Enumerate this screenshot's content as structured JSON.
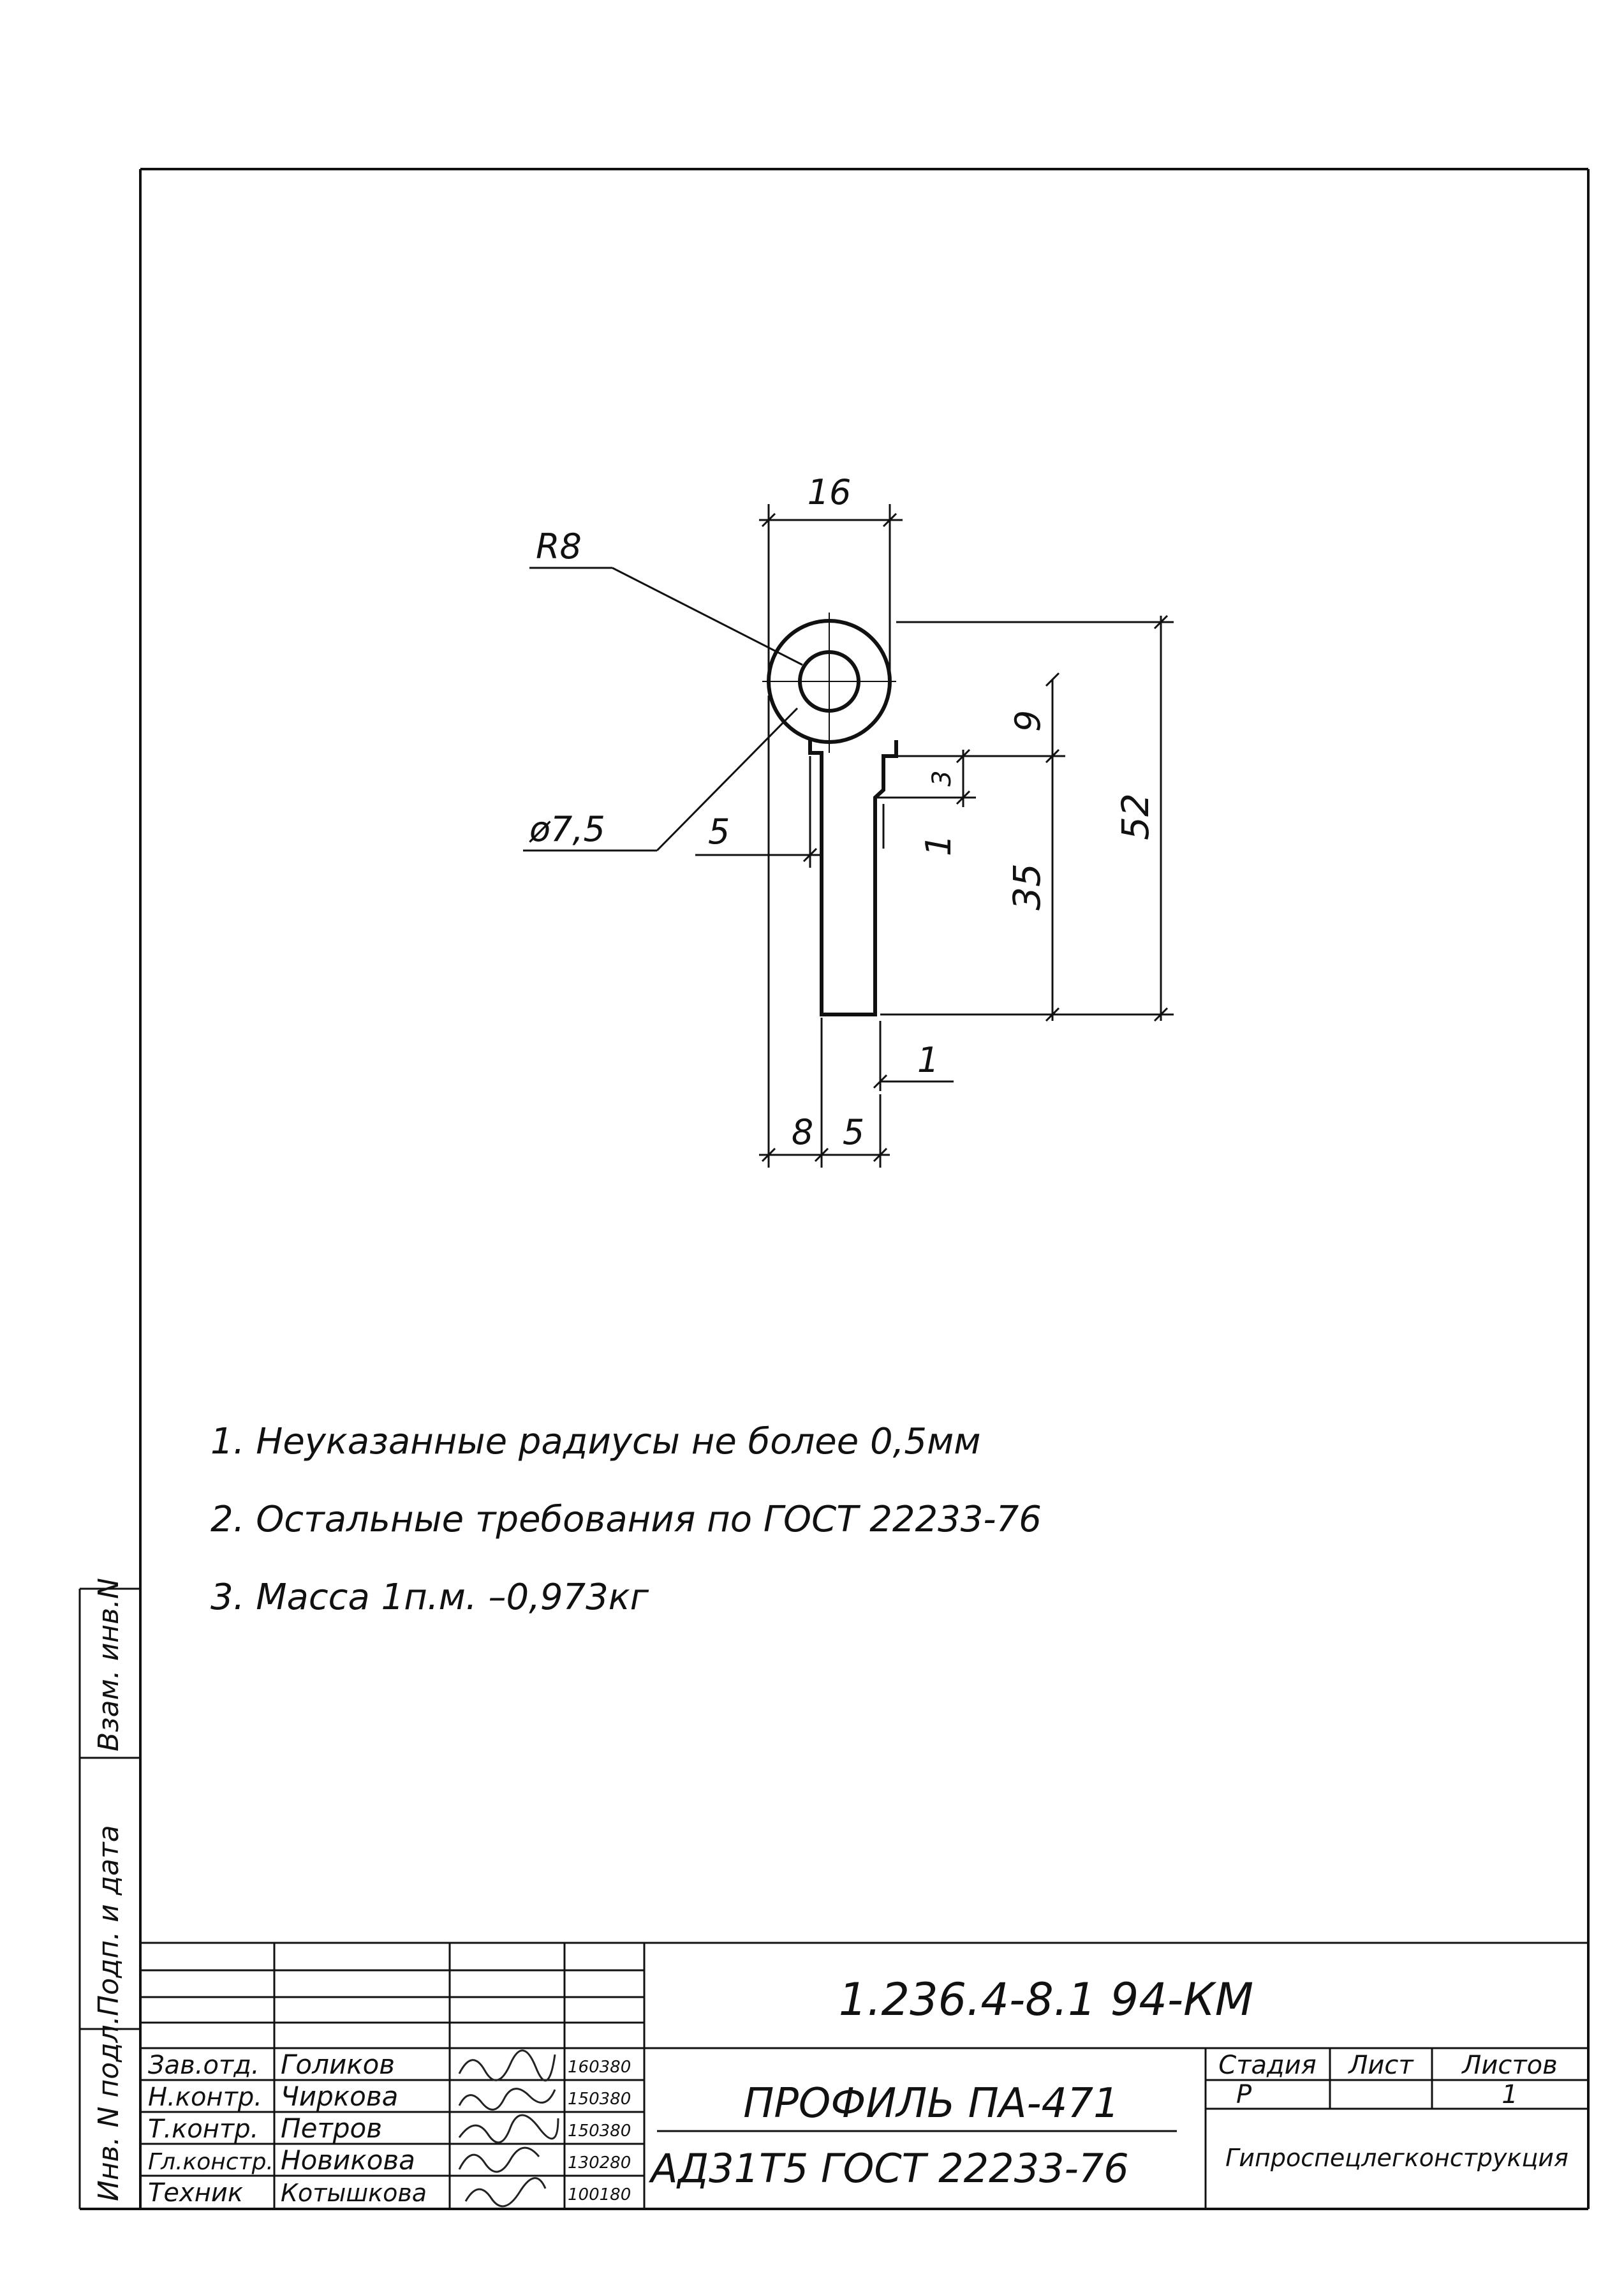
{
  "drawing": {
    "dims": {
      "width_top": "16",
      "radius": "R8",
      "hole": "ø7,5",
      "left_offset": "5",
      "d9": "9",
      "d3": "3",
      "d1a": "1",
      "d35": "35",
      "d52": "52",
      "d1b": "1",
      "d8": "8",
      "d5b": "5"
    }
  },
  "notes": [
    "1. Неуказанные радиусы не более 0,5мм",
    "2. Остальные требования по ГОСТ 22233-76",
    "3. Масса 1п.м. –0,973кг"
  ],
  "side_stamp": {
    "vzam": "Взам. инв.N",
    "podp_data": "Подп. и дата",
    "inv_podl": "Инв. N подл."
  },
  "title_block": {
    "designation": "1.236.4-8.1 94-КМ",
    "title_line1": "ПРОФИЛЬ  ПА-471",
    "title_line2": "АД31Т5 ГОСТ 22233-76",
    "stage_label": "Стадия",
    "sheet_label": "Лист",
    "sheets_label": "Листов",
    "stage_value": "Р",
    "sheet_value": "",
    "sheets_value": "1",
    "organization": "Гипроспецлегконструкция",
    "signers": [
      {
        "role": "Зав.отд.",
        "name": "Голиков",
        "date": "160380"
      },
      {
        "role": "Н.контр.",
        "name": "Чиркова",
        "date": "150380"
      },
      {
        "role": "Т.контр.",
        "name": "Петров",
        "date": "150380"
      },
      {
        "role": "Гл.констр.",
        "name": "Новикова",
        "date": "130280"
      },
      {
        "role": "Техник",
        "name": "Котышкова",
        "date": "100180"
      }
    ]
  }
}
